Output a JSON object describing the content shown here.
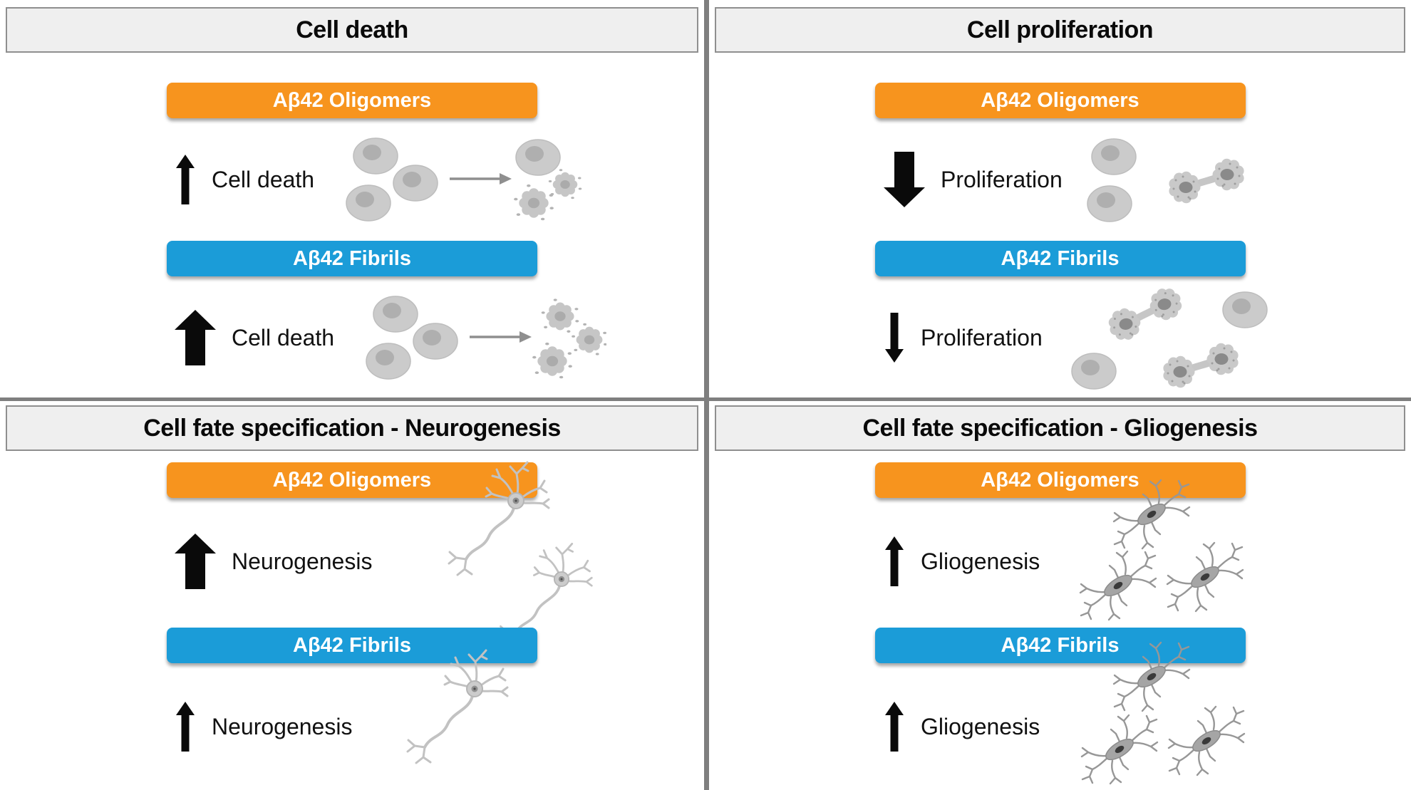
{
  "figure": {
    "type": "four-panel summary diagram",
    "topic": "Effects of Ab42 Oligomers and Fibrils on neural cells"
  },
  "colors": {
    "oligomers_banner": "#F7941E",
    "fibrils_banner": "#1B9CD8",
    "header_background": "#EFEFEF",
    "header_border": "#8F8F8F",
    "divider": "#7F7F7F",
    "arrow_black": "#0A0A0A",
    "cell_gray": "#C9C9C9",
    "banner_text": "#FFFFFF"
  },
  "quadrants": [
    {
      "title": "Cell death",
      "sections": [
        {
          "banner_label": "Aβ42 Oligomers",
          "banner_color": "#F7941E",
          "arrow": "up-small",
          "effect_label": "Cell death",
          "illustration": "three-healthy-cells-arrow-one-healthy-two-apoptotic-cells"
        },
        {
          "banner_label": "Aβ42 Fibrils",
          "banner_color": "#1B9CD8",
          "arrow": "up-large",
          "effect_label": "Cell death",
          "illustration": "three-healthy-cells-arrow-three-apoptotic-cells"
        }
      ]
    },
    {
      "title": "Cell proliferation",
      "sections": [
        {
          "banner_label": "Aβ42 Oligomers",
          "banner_color": "#F7941E",
          "arrow": "down-large",
          "effect_label": "Proliferation",
          "illustration": "two-healthy-cells-one-dividing-cell-pair"
        },
        {
          "banner_label": "Aβ42 Fibrils",
          "banner_color": "#1B9CD8",
          "arrow": "down-small",
          "effect_label": "Proliferation",
          "illustration": "two-healthy-cells-two-dividing-cell-pairs"
        }
      ]
    },
    {
      "title": "Cell fate specification - Neurogenesis",
      "sections": [
        {
          "banner_label": "Aβ42 Oligomers",
          "banner_color": "#F7941E",
          "arrow": "up-large",
          "effect_label": "Neurogenesis",
          "illustration": "two-neurons"
        },
        {
          "banner_label": "Aβ42 Fibrils",
          "banner_color": "#1B9CD8",
          "arrow": "up-small",
          "effect_label": "Neurogenesis",
          "illustration": "one-neuron"
        }
      ]
    },
    {
      "title": "Cell fate specification - Gliogenesis",
      "sections": [
        {
          "banner_label": "Aβ42 Oligomers",
          "banner_color": "#F7941E",
          "arrow": "up-small",
          "effect_label": "Gliogenesis",
          "illustration": "three-glial-cells"
        },
        {
          "banner_label": "Aβ42 Fibrils",
          "banner_color": "#1B9CD8",
          "arrow": "up-small",
          "effect_label": "Gliogenesis",
          "illustration": "three-glial-cells"
        }
      ]
    }
  ]
}
